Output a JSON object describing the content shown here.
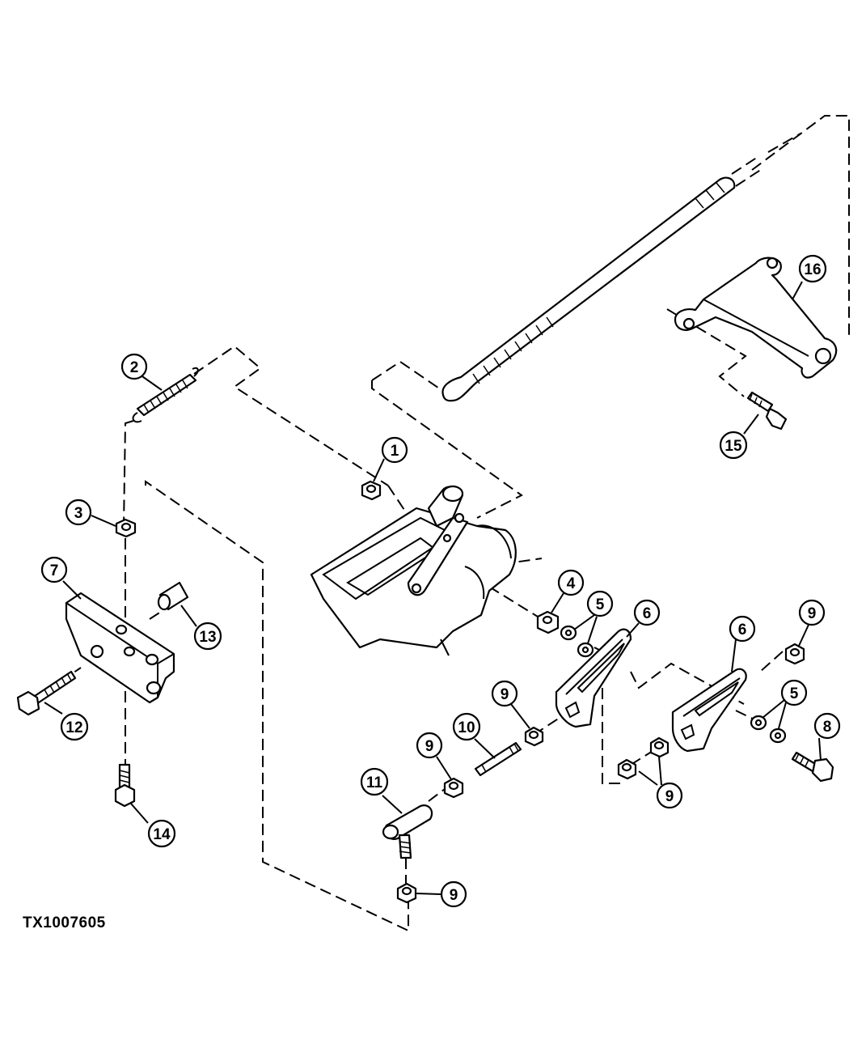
{
  "figure_id": "TX1007605",
  "callouts": [
    {
      "id": "c1",
      "label": "1"
    },
    {
      "id": "c2",
      "label": "2"
    },
    {
      "id": "c3",
      "label": "3"
    },
    {
      "id": "c4",
      "label": "4"
    },
    {
      "id": "c5a",
      "label": "5"
    },
    {
      "id": "c5b",
      "label": "5"
    },
    {
      "id": "c6a",
      "label": "6"
    },
    {
      "id": "c6b",
      "label": "6"
    },
    {
      "id": "c7",
      "label": "7"
    },
    {
      "id": "c8",
      "label": "8"
    },
    {
      "id": "c9a",
      "label": "9"
    },
    {
      "id": "c9b",
      "label": "9"
    },
    {
      "id": "c9c",
      "label": "9"
    },
    {
      "id": "c9d",
      "label": "9"
    },
    {
      "id": "c9e",
      "label": "9"
    },
    {
      "id": "c10",
      "label": "10"
    },
    {
      "id": "c11",
      "label": "11"
    },
    {
      "id": "c12",
      "label": "12"
    },
    {
      "id": "c13",
      "label": "13"
    },
    {
      "id": "c14",
      "label": "14"
    },
    {
      "id": "c15",
      "label": "15"
    },
    {
      "id": "c16",
      "label": "16"
    }
  ]
}
